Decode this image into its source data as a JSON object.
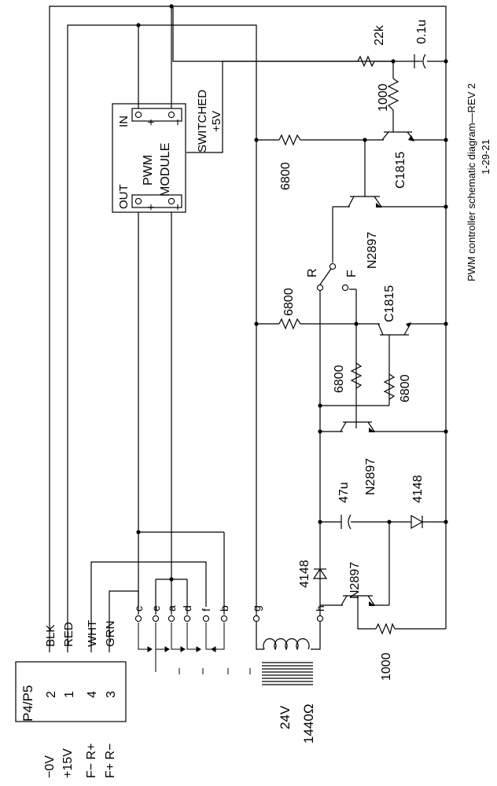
{
  "title": "PWM controller schematic diagram—REV 2",
  "date": "1-29-21",
  "connector": {
    "name": "P4/P5",
    "pins": [
      "2",
      "1",
      "4",
      "3"
    ],
    "wires": [
      "BLK",
      "RED",
      "WHT",
      "GRN"
    ],
    "functions": [
      "−0V",
      "+15V",
      "F− R+",
      "F+ R−"
    ]
  },
  "pwm_module": {
    "name_line1": "PWM",
    "name_line2": "MODULE",
    "in_label": "IN",
    "out_label": "OUT",
    "plus": "+",
    "minus": "−",
    "switched_line1": "SWITCHED",
    "switched_line2": "+5V"
  },
  "switch_terminals": [
    "c",
    "e",
    "a",
    "d",
    "f",
    "b",
    "g",
    "h"
  ],
  "switch_labels": {
    "reverse": "R",
    "forward": "F"
  },
  "coil": {
    "voltage": "24V",
    "resistance": "1440Ω"
  },
  "components": {
    "r_22k": "22k",
    "c_01u": "0.1u",
    "r_1000_top": "1000",
    "q_c1815_top": "C1815",
    "r_6800_top": "6800",
    "q_n2897_upper": "N2897",
    "r_6800_mid": "6800",
    "q_c1815_mid": "C1815",
    "r_6800_a": "6800",
    "r_6800_b": "6800",
    "q_n2897_mid": "N2897",
    "c_47u": "47u",
    "d_4148_right": "4148",
    "d_4148_left": "4148",
    "q_n2897_low": "N2897",
    "r_1000_bottom": "1000"
  }
}
